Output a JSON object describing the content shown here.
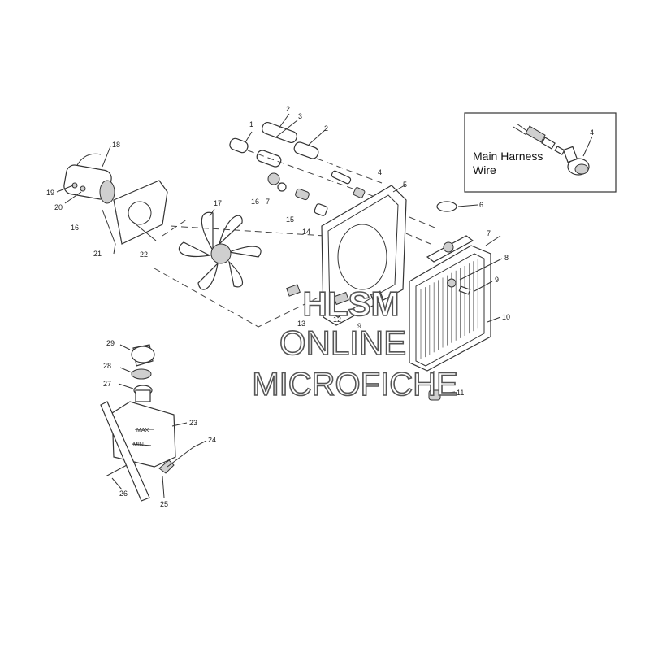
{
  "inset": {
    "wire_label_line1": "Main Harness",
    "wire_label_line2": "Wire",
    "callout": "4"
  },
  "watermark": {
    "line1": "HLSM",
    "line2": "ONLINE",
    "line3": "MICROFICHE"
  },
  "callouts": {
    "c1": "1",
    "c2a": "2",
    "c2b": "2",
    "c3": "3",
    "c4": "4",
    "c5": "5",
    "c6": "6",
    "c7a": "7",
    "c7b": "7",
    "c8": "8",
    "c9a": "9",
    "c9b": "9",
    "c10": "10",
    "c11": "11",
    "c12": "12",
    "c13": "13",
    "c14": "14",
    "c15": "15",
    "c16a": "16",
    "c16b": "16",
    "c17": "17",
    "c18": "18",
    "c19": "19",
    "c20": "20",
    "c21": "21",
    "c22": "22",
    "c23": "23",
    "c24": "24",
    "c25": "25",
    "c26": "26",
    "c27": "27",
    "c28": "28",
    "c29": "29"
  },
  "tank_marks": {
    "max": "MAX",
    "min": "MIN"
  }
}
